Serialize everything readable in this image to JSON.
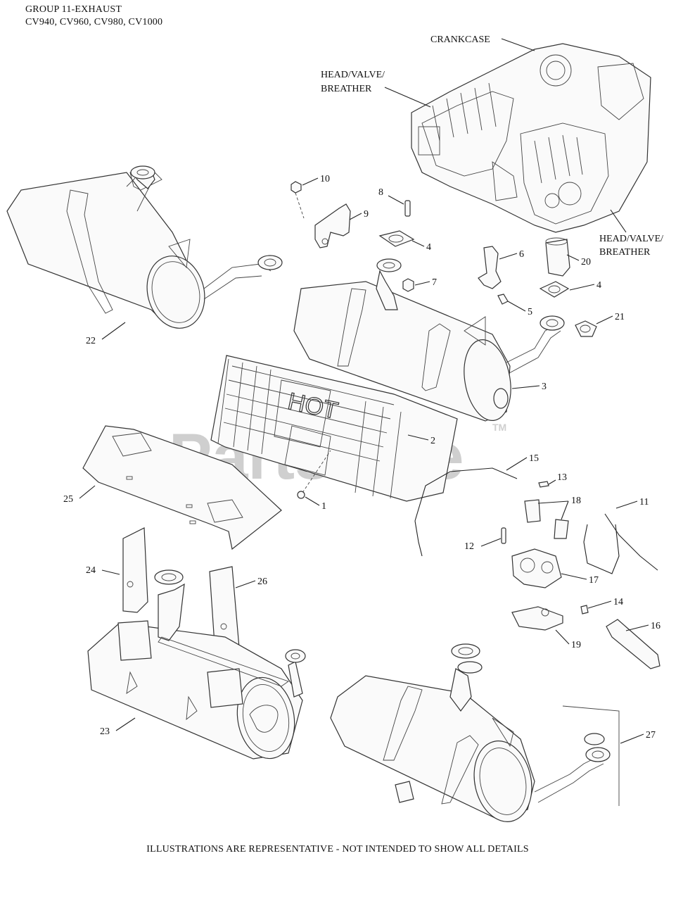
{
  "header": {
    "line1": "GROUP 11-EXHAUST",
    "line2": "CV940, CV960, CV980, CV1000"
  },
  "labels": {
    "crankcase": "CRANKCASE",
    "head_valve_breather_top_1": "HEAD/VALVE/",
    "head_valve_breather_top_2": "BREATHER",
    "head_valve_breather_right_1": "HEAD/VALVE/",
    "head_valve_breather_right_2": "BREATHER",
    "hot_text": "HOT"
  },
  "callouts": {
    "n1": "1",
    "n2": "2",
    "n3": "3",
    "n4a": "4",
    "n4b": "4",
    "n5": "5",
    "n6": "6",
    "n7": "7",
    "n8": "8",
    "n9": "9",
    "n10": "10",
    "n11": "11",
    "n12": "12",
    "n13": "13",
    "n14": "14",
    "n15": "15",
    "n16": "16",
    "n17": "17",
    "n18": "18",
    "n19": "19",
    "n20": "20",
    "n21": "21",
    "n22": "22",
    "n23": "23",
    "n24": "24",
    "n25": "25",
    "n26": "26",
    "n27": "27"
  },
  "watermark": {
    "text": "PartsTree",
    "tm": "TM"
  },
  "footer": "ILLUSTRATIONS ARE REPRESENTATIVE - NOT INTENDED TO SHOW ALL DETAILS"
}
